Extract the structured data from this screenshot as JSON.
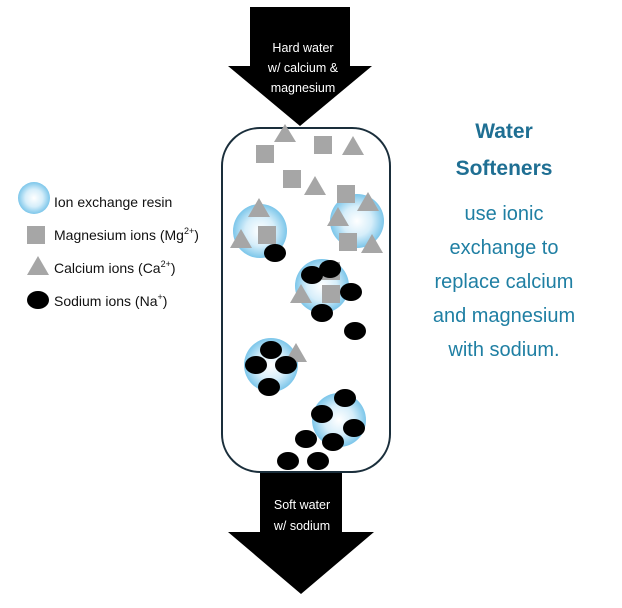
{
  "arrows": {
    "top_label": [
      "Hard water",
      "w/ calcium &",
      "magnesium"
    ],
    "bottom_label": [
      "Soft water",
      "w/ sodium"
    ],
    "color": "#000000"
  },
  "legend": {
    "resin": "Ion exchange resin",
    "magnesium_base": "Magnesium ions (Mg",
    "magnesium_sup": "2+",
    "calcium_base": "Calcium ions (Ca",
    "calcium_sup": "2+",
    "sodium_base": "Sodium ions (Na",
    "sodium_sup": "+",
    "close_paren": ")"
  },
  "title": [
    "Water",
    "Softeners"
  ],
  "description": [
    "use ionic",
    "exchange to",
    "replace calcium",
    "and magnesium",
    "with sodium."
  ],
  "colors": {
    "title": "#1f6f93",
    "description": "#1f7fa3",
    "column_outline": "#1a2e3b",
    "resin": "#8fd0ee",
    "magnesium": "#a6a6a6",
    "calcium": "#a6a6a6",
    "sodium": "#000000"
  }
}
